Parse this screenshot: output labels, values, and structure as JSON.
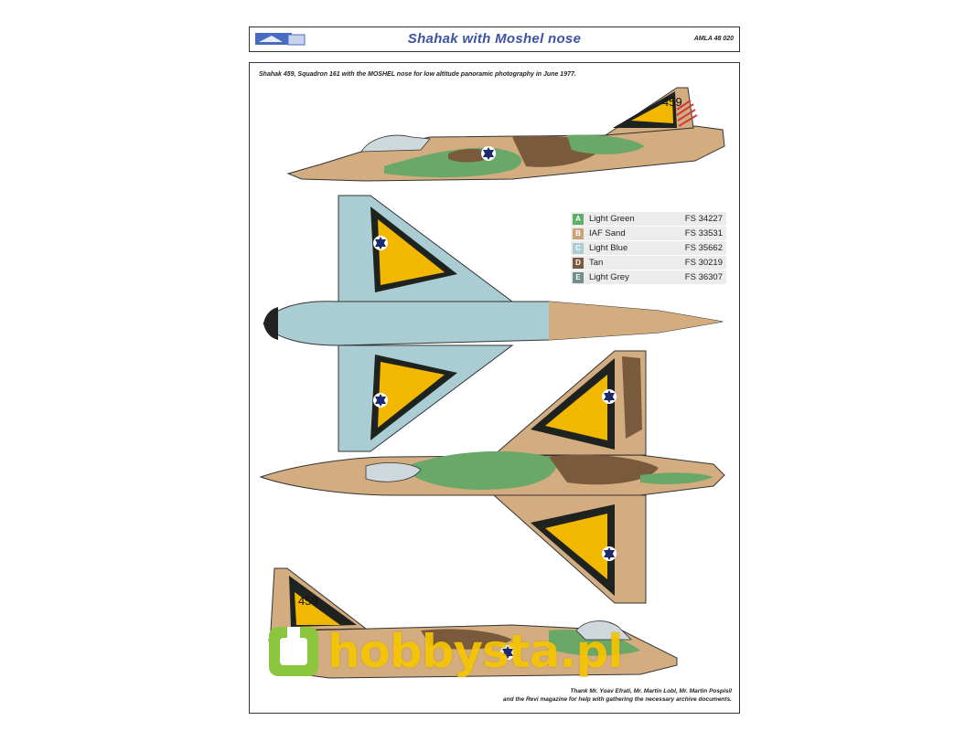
{
  "header": {
    "title": "Shahak with Moshel nose",
    "code": "AMLA 48 020"
  },
  "caption": "Shahak 459, Squadron 161 with the MOSHEL nose for low altitude panoramic photography in June 1977.",
  "aircraft_number": "459",
  "legend": [
    {
      "letter": "A",
      "name": "Light Green",
      "fs": "FS 34227",
      "color": "#5fae6a"
    },
    {
      "letter": "B",
      "name": "IAF Sand",
      "fs": "FS 33531",
      "color": "#c9a27a"
    },
    {
      "letter": "C",
      "name": "Light Blue",
      "fs": "FS 35662",
      "color": "#a9cdd2"
    },
    {
      "letter": "D",
      "name": "Tan",
      "fs": "FS 30219",
      "color": "#7a5a3c"
    },
    {
      "letter": "E",
      "name": "Light Grey",
      "fs": "FS 36307",
      "color": "#6f8f8c"
    }
  ],
  "credits": [
    "Thank Mr. Yoav Efrati, Mr. Martin Lobl, Mr. Martin Pospisil",
    "and the Revi magazine for help with gathering the necessary archive documents."
  ],
  "watermark": "hobbysta.pl"
}
